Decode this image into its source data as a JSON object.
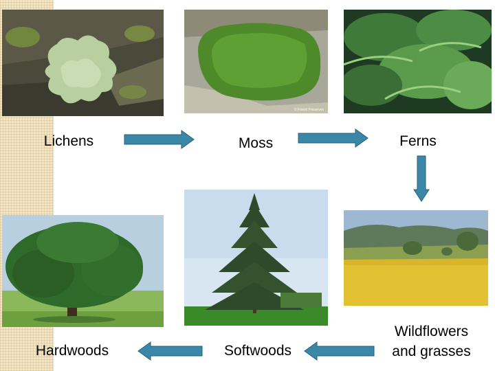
{
  "stages": [
    {
      "id": "lichens",
      "label": "Lichens"
    },
    {
      "id": "moss",
      "label": "Moss"
    },
    {
      "id": "ferns",
      "label": "Ferns"
    },
    {
      "id": "wildflowers",
      "label_line1": "Wildflowers",
      "label_line2": "and grasses"
    },
    {
      "id": "softwoods",
      "label": "Softwoods"
    },
    {
      "id": "hardwoods",
      "label": "Hardwoods"
    }
  ],
  "photo_credit": "© Forest Preserves",
  "colors": {
    "arrow_fill": "#3a87a8",
    "arrow_stroke": "#2a5f78",
    "label_text": "#000000"
  },
  "arrows": [
    {
      "from": "lichens",
      "to": "moss",
      "direction": "right"
    },
    {
      "from": "moss",
      "to": "ferns",
      "direction": "right"
    },
    {
      "from": "ferns",
      "to": "wildflowers",
      "direction": "down"
    },
    {
      "from": "wildflowers",
      "to": "softwoods",
      "direction": "left"
    },
    {
      "from": "softwoods",
      "to": "hardwoods",
      "direction": "left"
    }
  ]
}
